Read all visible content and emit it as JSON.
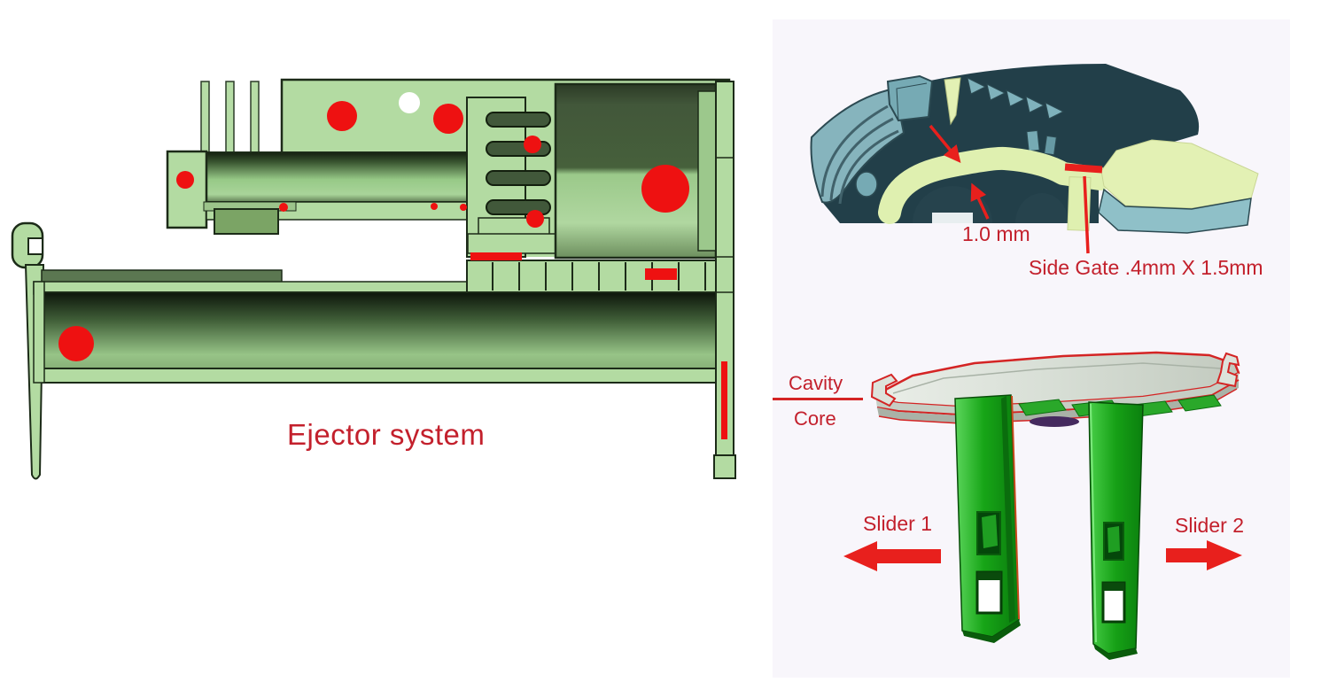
{
  "figure": {
    "ejector": {
      "label": "Ejector system"
    },
    "gate_detail": {
      "wall_thickness": "1.0 mm",
      "side_gate": "Side Gate .4mm X 1.5mm"
    },
    "slider": {
      "cavity": "Cavity",
      "core": "Core",
      "slider1": "Slider 1",
      "slider2": "Slider 2"
    }
  },
  "colors": {
    "label_red": "#c3202c",
    "marker_red": "#ee1111",
    "arrow_red": "#e8201d",
    "parting_line_red": "#d42424",
    "mold_light_green": "#b3dba2",
    "mold_dark_outline": "#1c2b18",
    "part_teal_dark": "#22404a",
    "part_teal_light": "#7fb2bc",
    "cut_face_lime": "#dff0b0",
    "slider_green": "#1fae1f",
    "plate_silver": "#d7ded5",
    "panel_background": "#f8f6fb"
  }
}
